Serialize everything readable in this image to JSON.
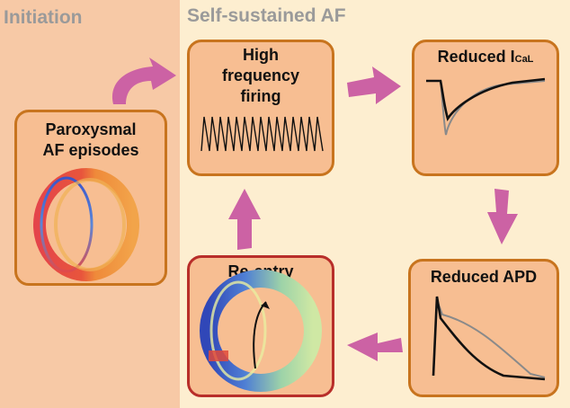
{
  "sections": {
    "initiation": "Initiation",
    "sustained": "Self-sustained AF"
  },
  "boxes": {
    "paroxysmal": {
      "line1": "Paroxysmal",
      "line2": "AF episodes"
    },
    "high_freq": {
      "line1": "High",
      "line2": "frequency",
      "line3": "firing"
    },
    "reduced_ical": {
      "label": "Reduced I",
      "subscript": "CaL"
    },
    "reduced_apd": {
      "label": "Reduced APD"
    },
    "reentry": {
      "label": "Re-entry"
    }
  },
  "colors": {
    "initiation_bg": "#f7c9a6",
    "sustained_bg": "#fdeed0",
    "box_border": "#c8741e",
    "reentry_border": "#b82e2a",
    "box_fill": "#f7be92",
    "arrow": "#cc62a4",
    "title_gray": "#9a9a9a"
  }
}
